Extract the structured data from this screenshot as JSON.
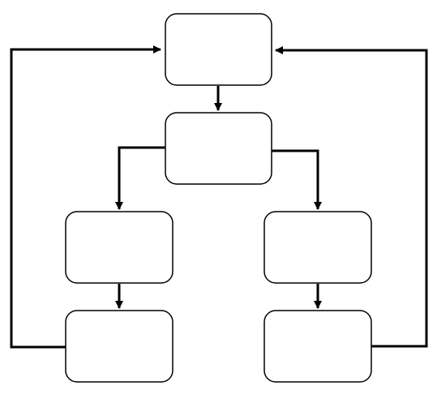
{
  "nodes": [
    {
      "id": "top",
      "text": ""
    },
    {
      "id": "middle",
      "text": ""
    },
    {
      "id": "left-upper",
      "text": ""
    },
    {
      "id": "right-upper",
      "text": ""
    },
    {
      "id": "left-lower",
      "text": ""
    },
    {
      "id": "right-lower",
      "text": ""
    }
  ],
  "edges": [
    {
      "from": "top",
      "to": "middle"
    },
    {
      "from": "middle",
      "to": "left-upper"
    },
    {
      "from": "middle",
      "to": "right-upper"
    },
    {
      "from": "left-upper",
      "to": "left-lower"
    },
    {
      "from": "right-upper",
      "to": "right-lower"
    },
    {
      "from": "left-lower",
      "to": "top"
    },
    {
      "from": "right-lower",
      "to": "top"
    }
  ],
  "colors": {
    "line": "#000000",
    "box_fill": "#ffffff",
    "box_stroke": "#000000",
    "background": "#ffffff"
  }
}
